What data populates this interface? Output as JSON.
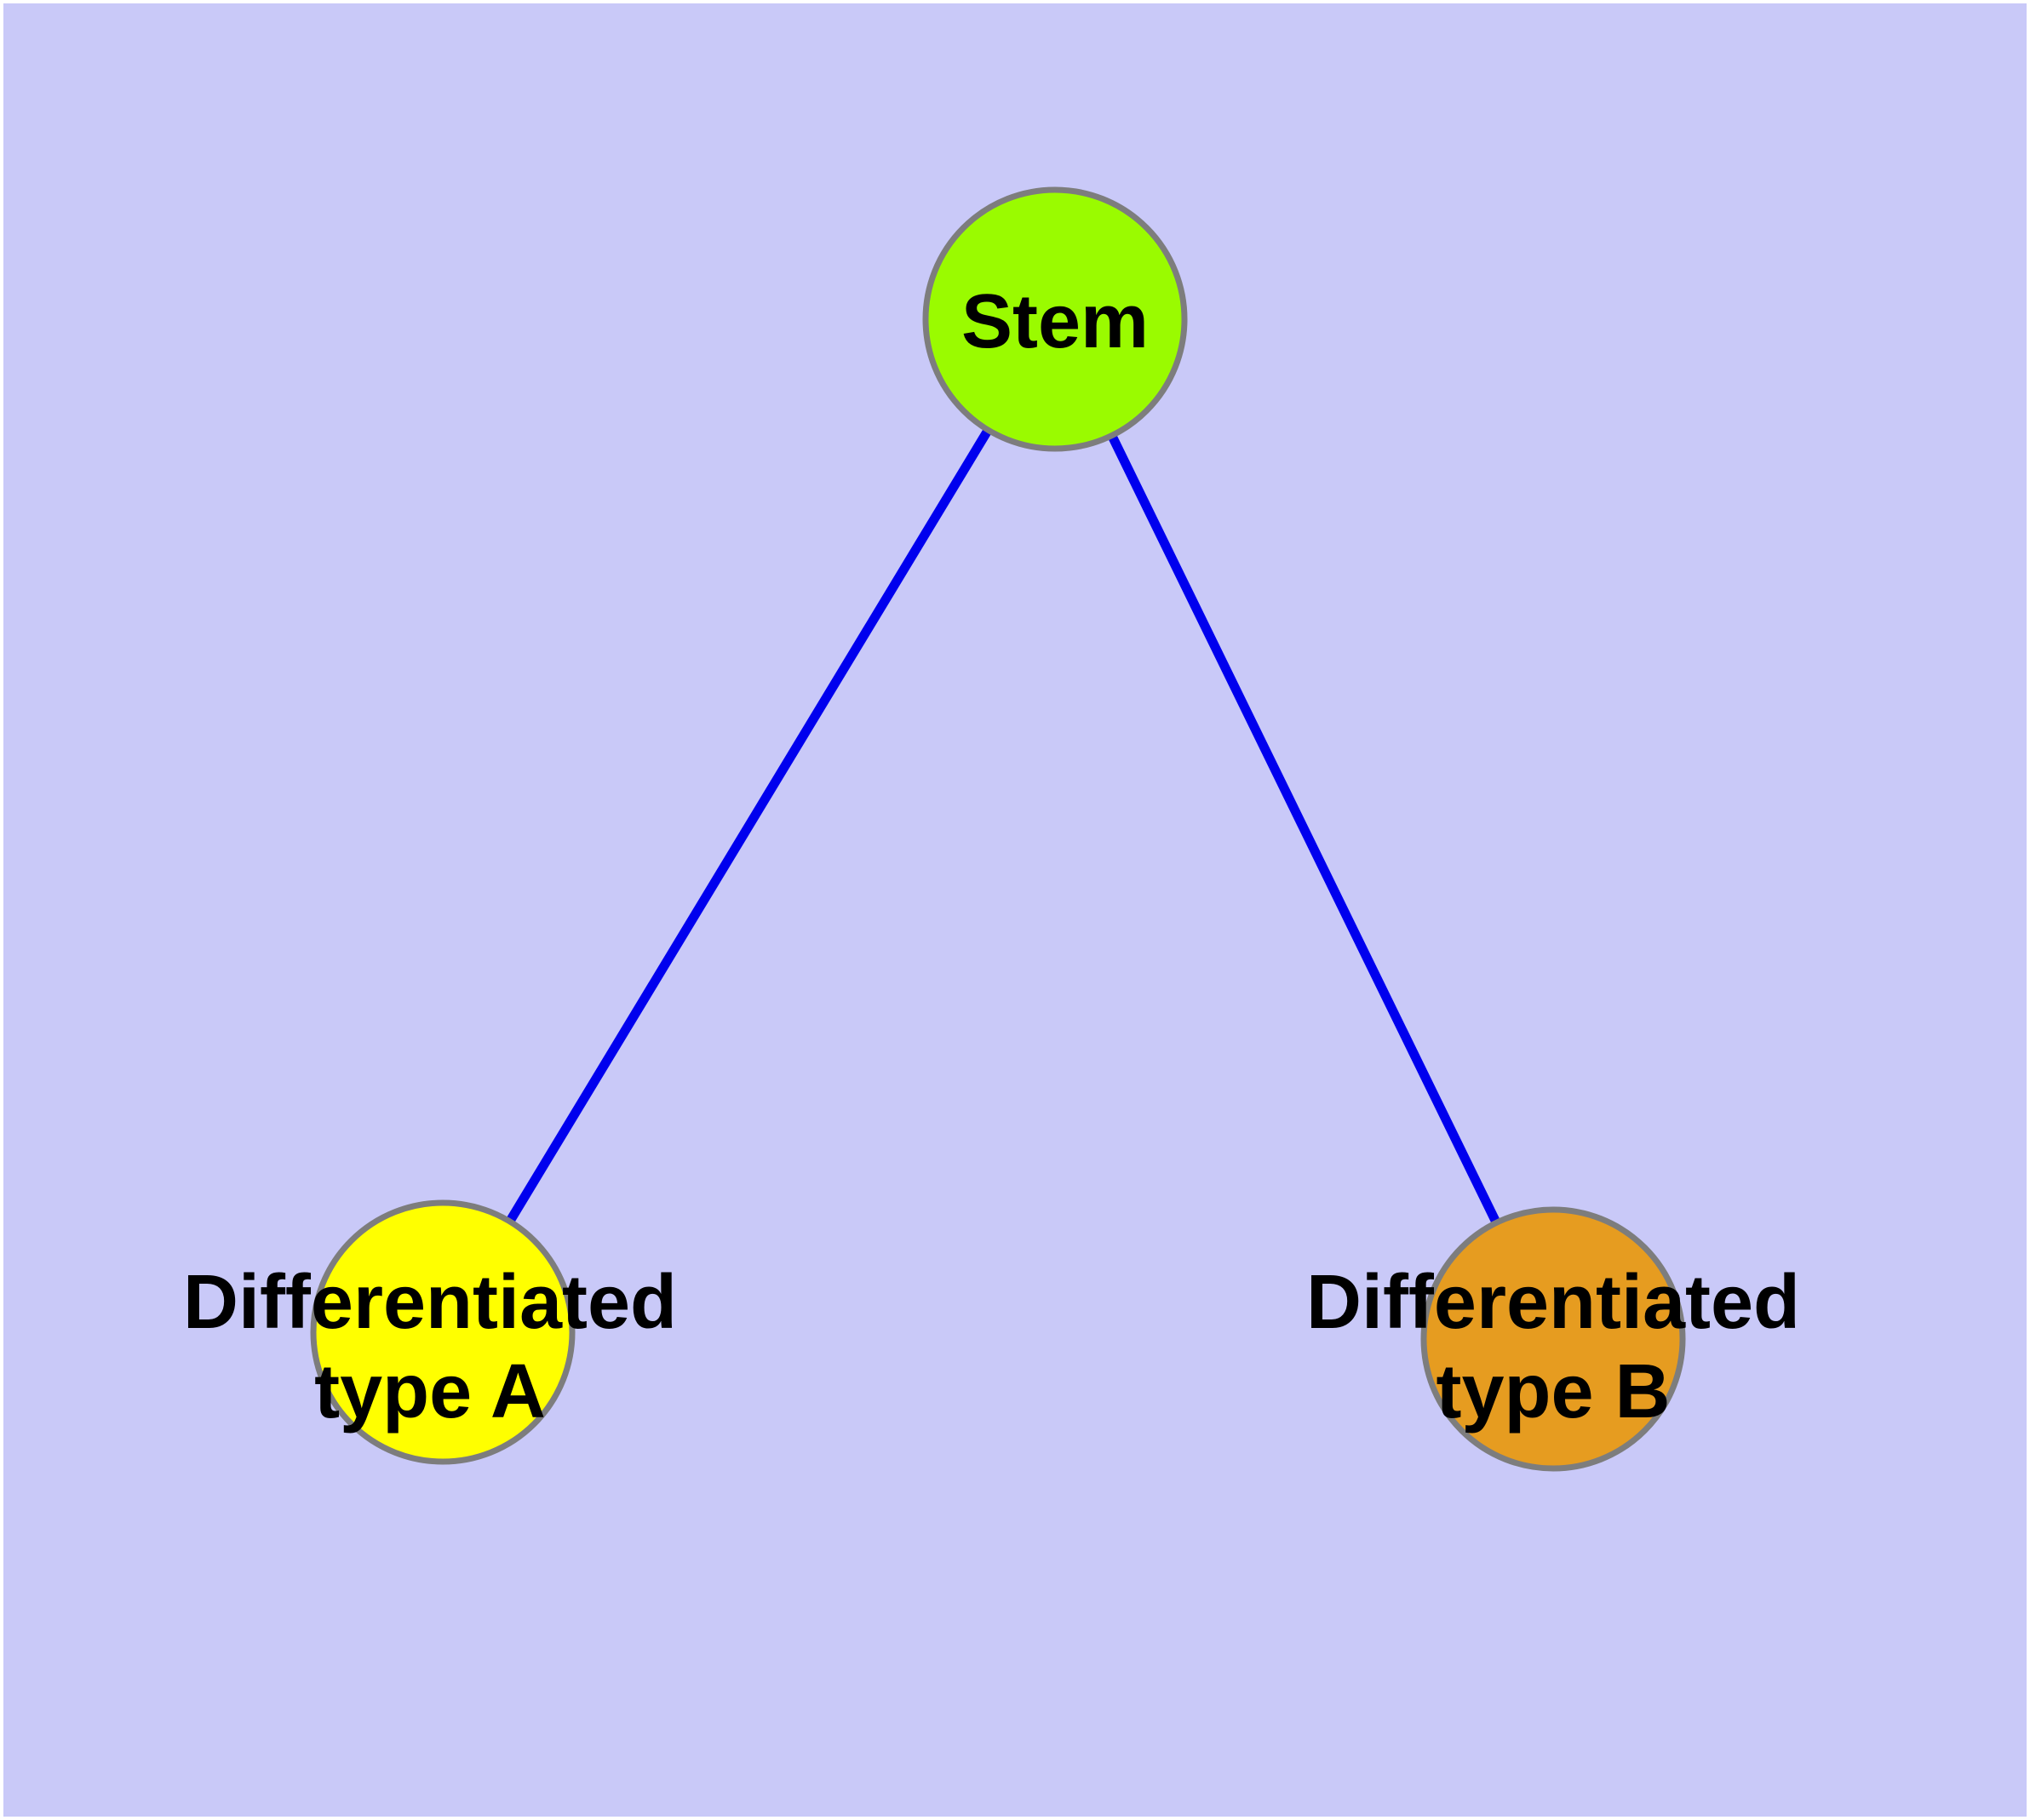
{
  "diagram": {
    "kind": "cell-differentiation-graph",
    "canvas": {
      "margin_color": "#ffffff",
      "background_color": "#c9c9f8"
    },
    "style": {
      "edge_color": "#0000ee",
      "node_border_color": "#7d7d7d",
      "label_color": "#000000"
    },
    "nodes": {
      "stem": {
        "label": "Stem",
        "color": "#9afb00"
      },
      "type_a": {
        "label_line1": "Differentiated",
        "label_line2": "type A",
        "color": "#ffff00"
      },
      "type_b": {
        "label_line1": "Differentiated",
        "label_line2": "type B",
        "color": "#e69c20"
      }
    },
    "edges": [
      {
        "from": "Stem",
        "to": "Differentiated type A"
      },
      {
        "from": "Stem",
        "to": "Differentiated type B"
      }
    ]
  }
}
